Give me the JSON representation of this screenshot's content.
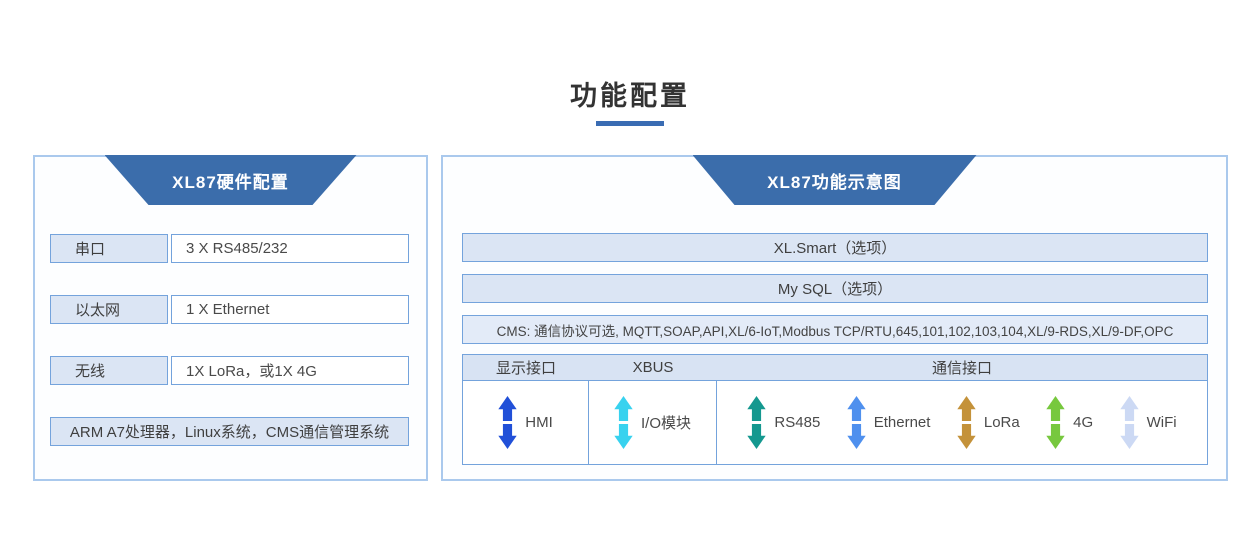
{
  "title": {
    "text": "功能配置"
  },
  "colors": {
    "accent": "#3b6dab",
    "underline": "#3a6cb3",
    "panel_border": "#aac9ed",
    "cell_border": "#74a3dc",
    "cell_bg": "#dbe5f4"
  },
  "left_panel": {
    "header": "XL87硬件配置",
    "rows": [
      {
        "label": "串口",
        "value": "3 X RS485/232"
      },
      {
        "label": "以太网",
        "value": "1 X Ethernet"
      },
      {
        "label": "无线",
        "value": "1X LoRa，或1X 4G"
      }
    ],
    "footer": "ARM A7处理器，Linux系统，CMS通信管理系统"
  },
  "right_panel": {
    "header": "XL87功能示意图",
    "option_bars": [
      "XL.Smart（选项）",
      "My SQL（选项）"
    ],
    "cms_bar": "CMS: 通信协议可选, MQTT,SOAP,API,XL/6-IoT,Modbus TCP/RTU,645,101,102,103,104,XL/9-RDS,XL/9-DF,OPC",
    "table": {
      "headers": [
        "显示接口",
        "XBUS",
        "通信接口"
      ],
      "display_ports": [
        {
          "label": "HMI",
          "color": "#2150d8"
        }
      ],
      "xbus_ports": [
        {
          "label": "I/O模块",
          "color": "#38d2ef"
        }
      ],
      "comm_ports": [
        {
          "label": "RS485",
          "color": "#14988f"
        },
        {
          "label": "Ethernet",
          "color": "#4f90ee"
        },
        {
          "label": "LoRa",
          "color": "#c4923a"
        },
        {
          "label": "4G",
          "color": "#77c83e"
        },
        {
          "label": "WiFi",
          "color": "#ccd9f4"
        }
      ]
    }
  }
}
